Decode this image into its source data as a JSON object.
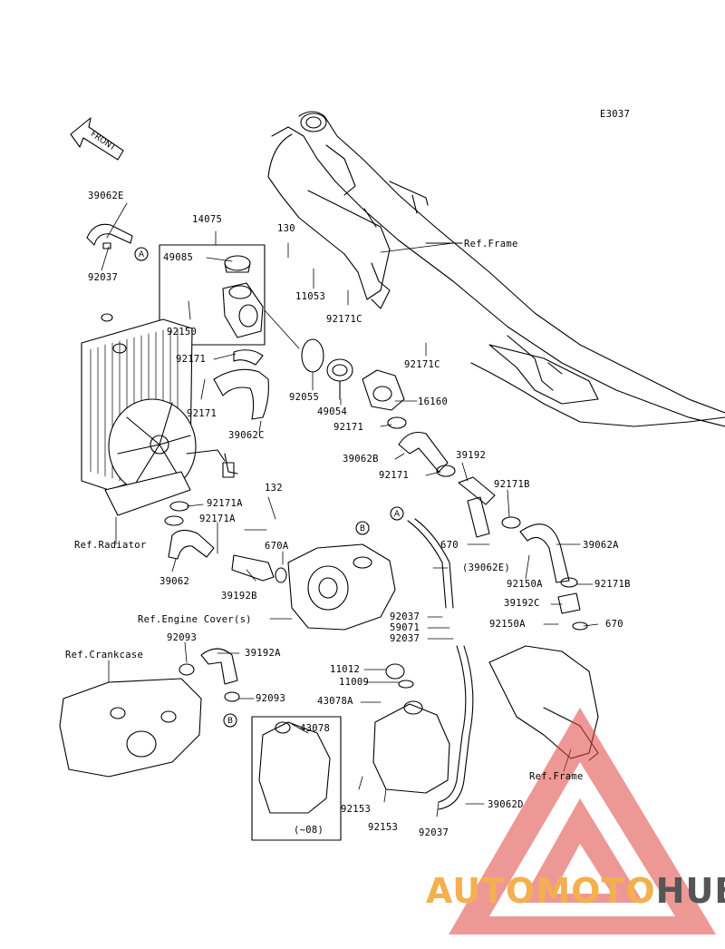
{
  "diagram_code": "E3037",
  "front_label": "FRONT",
  "callouts": {
    "A": "A",
    "B": "B"
  },
  "labels": {
    "p39062E": "39062E",
    "p92037_top": "92037",
    "p14075": "14075",
    "p49085": "49085",
    "p92150": "92150",
    "p130": "130",
    "p11053": "11053",
    "p92171C_1": "92171C",
    "p92171C_2": "92171C",
    "ref_frame_top": "Ref.Frame",
    "p92171_a": "92171",
    "p92171_b": "92171",
    "p92055": "92055",
    "p49054": "49054",
    "p39062C": "39062C",
    "p16160": "16160",
    "p92171_c": "92171",
    "p39062B": "39062B",
    "p39192": "39192",
    "p92171_d": "92171",
    "p92171B_1": "92171B",
    "p92171A_1": "92171A",
    "p92171A_2": "92171A",
    "p132": "132",
    "ref_radiator": "Ref.Radiator",
    "p39062": "39062",
    "p670A": "670A",
    "p39192B": "39192B",
    "p670_1": "670",
    "p39062A": "39062A",
    "p39062E_paren": "(39062E)",
    "p92150A_1": "92150A",
    "p92171B_2": "92171B",
    "ref_engine_cover": "Ref.Engine Cover(s)",
    "p92037_a": "92037",
    "p59071": "59071",
    "p92037_b": "92037",
    "p39192C": "39192C",
    "p92150A_2": "92150A",
    "p670_2": "670",
    "ref_crankcase": "Ref.Crankcase",
    "p92093_1": "92093",
    "p39192A": "39192A",
    "p11012": "11012",
    "p11009": "11009",
    "p43078A": "43078A",
    "p92093_2": "92093",
    "p43078": "43078",
    "ref_frame_bottom": "Ref.Frame",
    "p92153_1": "92153",
    "p92153_2": "92153",
    "p92037_c": "92037",
    "p39062D": "39062D",
    "inset_note": "(~08)"
  },
  "watermark": {
    "part1": "AUTOMOTO",
    "part2": "HUB",
    "color_brand": "#f3b04e",
    "color_dark": "#555555",
    "color_triangle": "#e0453f"
  }
}
